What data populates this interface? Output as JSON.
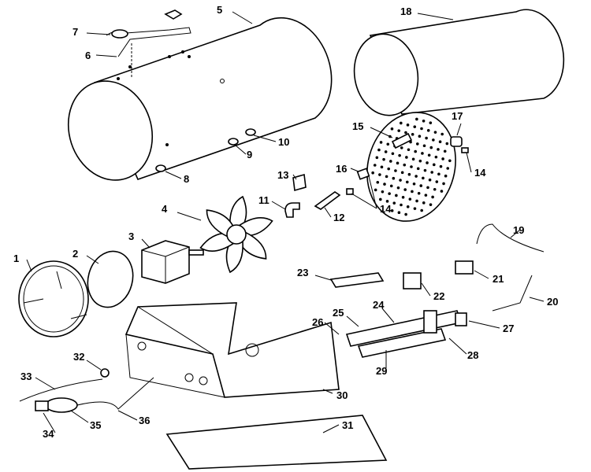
{
  "title": "Exploded parts diagram",
  "callouts": [
    "1",
    "2",
    "3",
    "4",
    "5",
    "6",
    "7",
    "8",
    "9",
    "10",
    "11",
    "12",
    "13",
    "14",
    "14",
    "15",
    "16",
    "17",
    "18",
    "19",
    "20",
    "21",
    "22",
    "23",
    "24",
    "25",
    "26",
    "27",
    "28",
    "29",
    "30",
    "31",
    "32",
    "33",
    "34",
    "35",
    "36"
  ]
}
